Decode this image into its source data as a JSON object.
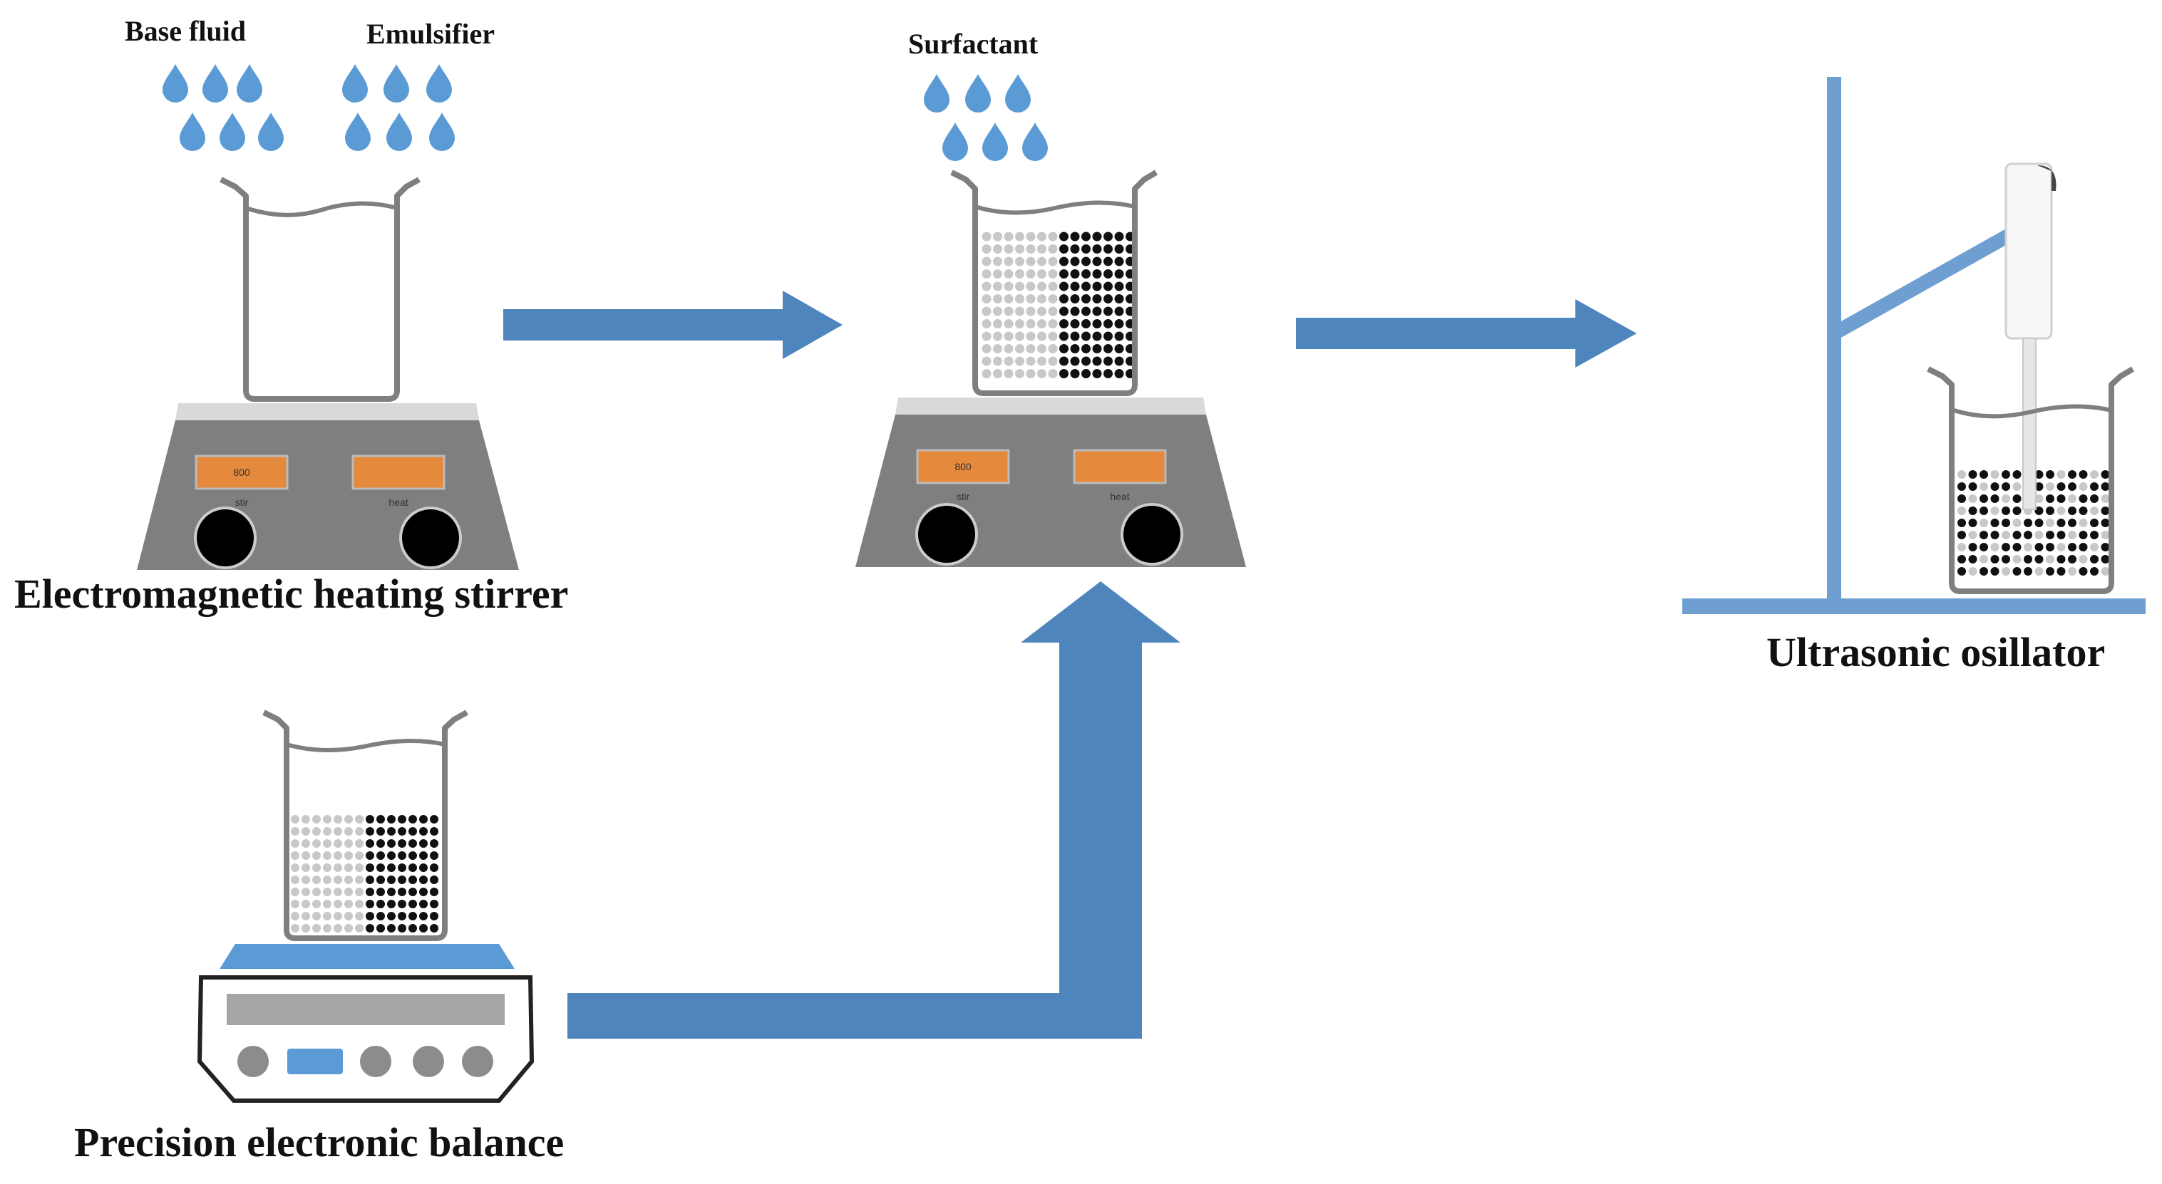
{
  "labels": {
    "base_fluid": "Base fluid",
    "emulsifier": "Emulsifier",
    "surfactant": "Surfactant",
    "stirrer": "Electromagnetic heating stirrer",
    "balance": "Precision electronic balance",
    "oscillator": "Ultrasonic osillator"
  },
  "stirrer_panel": {
    "display_value": "800",
    "stir_label": "stir",
    "heat_label": "heat"
  },
  "colors": {
    "arrow": "#4f85bd",
    "drop": "#5b9bd5",
    "stirrer_body": "#7f7f7f",
    "display": "#e58a3c",
    "knob": "#000000",
    "glass": "#7f7f7f",
    "balance_top": "#5b9bd5",
    "stand": "#6f9fd1"
  }
}
